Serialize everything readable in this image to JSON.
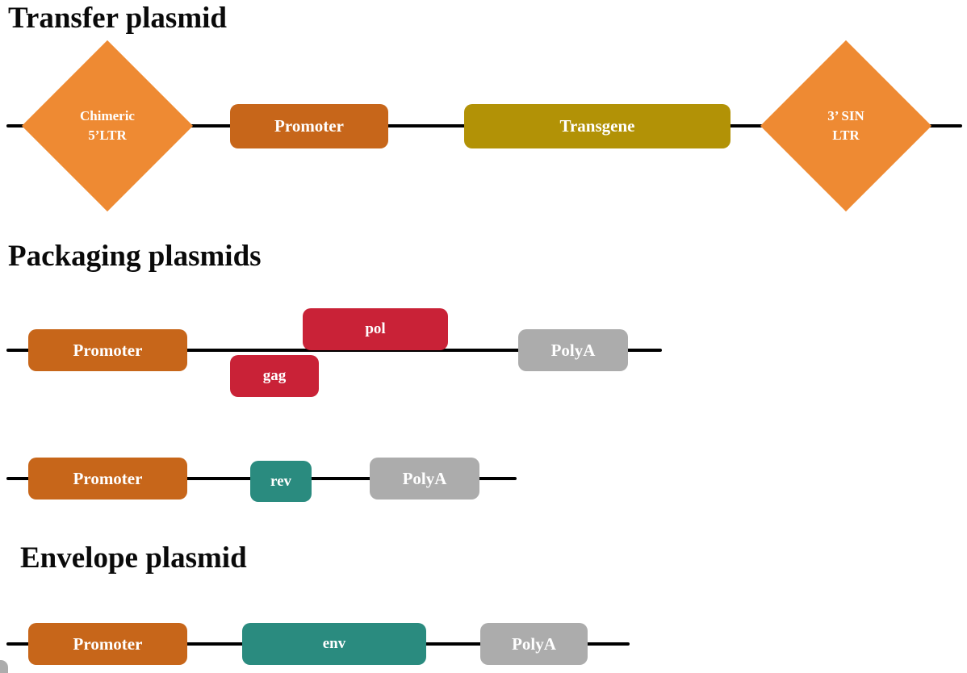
{
  "titles": {
    "transfer": "Transfer plasmid",
    "packaging": "Packaging plasmids",
    "envelope": "Envelope plasmid"
  },
  "transfer": {
    "ltr5_line1": "Chimeric",
    "ltr5_line2": "5’LTR",
    "promoter": "Promoter",
    "transgene": "Transgene",
    "ltr3_line1": "3’ SIN",
    "ltr3_line2": "LTR"
  },
  "packaging": {
    "row1": {
      "promoter": "Promoter",
      "gag": "gag",
      "pol": "pol",
      "polya": "PolyA"
    },
    "row2": {
      "promoter": "Promoter",
      "rev": "rev",
      "polya": "PolyA"
    }
  },
  "envelope": {
    "promoter": "Promoter",
    "env": "env",
    "polya": "PolyA"
  },
  "colors": {
    "diamond": "#EE8A33",
    "promoter": "#C7661A",
    "transgene": "#B29206",
    "red": "#C92237",
    "teal": "#2A8B7F",
    "polya": "#ACACAC",
    "line": "#000000"
  }
}
